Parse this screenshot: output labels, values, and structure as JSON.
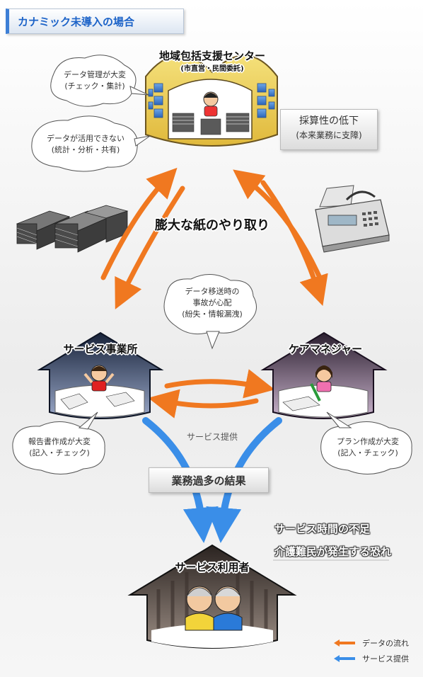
{
  "page": {
    "title": "カナミック未導入の場合"
  },
  "center": {
    "name": "地域包括支援センター",
    "sub": "(市直営・民間委託)",
    "bubble1": {
      "line1": "データ管理が大変",
      "line2": "(チェック・集計)"
    },
    "bubble2": {
      "line1": "データが活用できない",
      "line2": "(統計・分析・共有)"
    },
    "callout": {
      "line1": "採算性の低下",
      "line2": "(本来業務に支障)"
    }
  },
  "middle": {
    "paper_label": "膨大な紙のやり取り",
    "bubble": {
      "line1": "データ移送時の",
      "line2": "事故が心配",
      "line3": "(紛失・情報漏洩)"
    },
    "service_label": "サービス提供"
  },
  "provider": {
    "name": "サービス事業所",
    "bubble": {
      "line1": "報告書作成が大変",
      "line2": "(記入・チェック)"
    }
  },
  "caremanager": {
    "name": "ケアマネジャー",
    "bubble": {
      "line1": "プラン作成が大変",
      "line2": "(記入・チェック)"
    }
  },
  "result": {
    "label": "業務過多の結果",
    "line1": "サービス時間の不足",
    "line2": "介護難民が発生する恐れ"
  },
  "user": {
    "name": "サービス利用者"
  },
  "legend": {
    "data_flow": "データの流れ",
    "service": "サービス提供",
    "colors": {
      "data_flow": "#f07820",
      "service": "#3a8ee8"
    }
  }
}
